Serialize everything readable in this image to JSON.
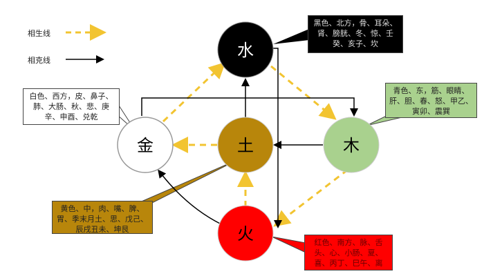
{
  "legend": {
    "generating_label": "相生线",
    "controlling_label": "相克线"
  },
  "elements": {
    "water": {
      "label": "水",
      "color": "#000000",
      "text_color": "#ffffff"
    },
    "metal": {
      "label": "金",
      "color": "#ffffff",
      "text_color": "#000000"
    },
    "earth": {
      "label": "土",
      "color": "#b8860b",
      "text_color": "#000000"
    },
    "wood": {
      "label": "木",
      "color": "#a9d18e",
      "text_color": "#000000"
    },
    "fire": {
      "label": "火",
      "color": "#ff0000",
      "text_color": "#000000"
    }
  },
  "callouts": {
    "water": "黑色、北方，骨、耳朵、肾、膀胱、冬、惊、壬癸、亥子、坎",
    "metal": "白色、西方，皮、鼻子、肺、大肠、秋、悲、庚辛、申酉、兑乾",
    "wood": "青色、东，筋、眼睛、肝、胆、春、怒、甲乙、寅卯、震巽",
    "earth": "黄色、中，肉、嘴、脾、胃、季末月土、思、戊己、辰戌丑未、坤艮",
    "fire": "红色、南方、脉、舌头、心、小肠、夏、喜、丙丁、巳午、离"
  },
  "colors": {
    "generating_line": "#f2c431",
    "controlling_line": "#000000"
  }
}
